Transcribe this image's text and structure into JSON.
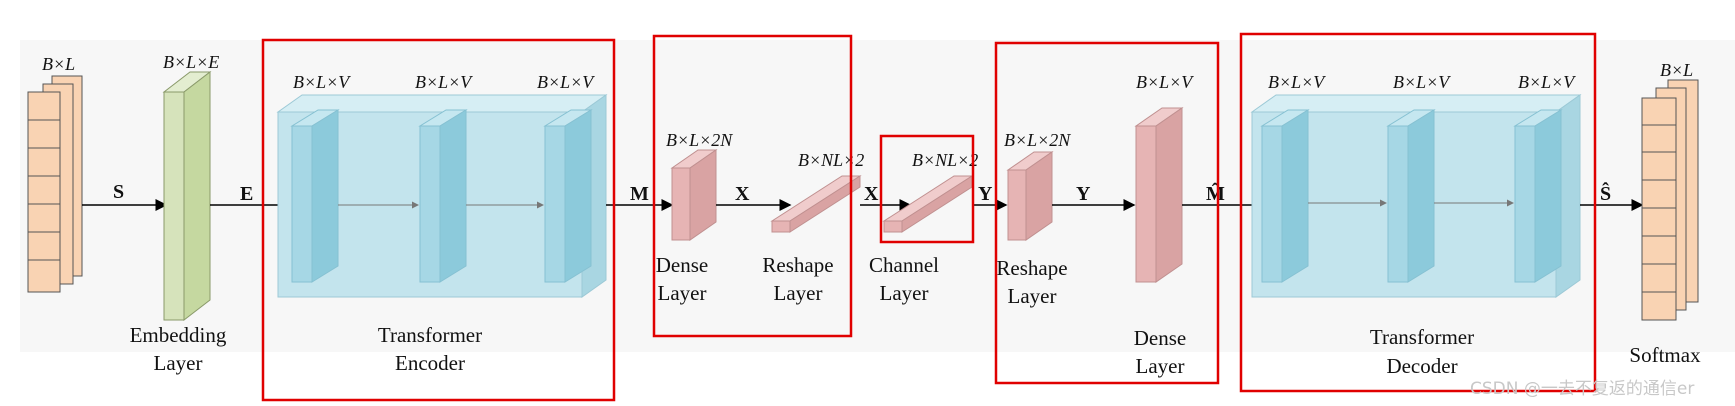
{
  "dims": {
    "input": "B×L",
    "embedding": "B×L×E",
    "encoder": [
      "B×L×V",
      "B×L×V",
      "B×L×V"
    ],
    "dense1": "B×L×2N",
    "reshape1": "B×NL×2",
    "channel": "B×NL×2",
    "reshape2": "B×L×2N",
    "dense2": "B×L×V",
    "decoder": [
      "B×L×V",
      "B×L×V",
      "B×L×V"
    ],
    "output": "B×L"
  },
  "symbols": {
    "s": "S",
    "e": "E",
    "m": "M",
    "x1": "X",
    "x2": "X",
    "y1": "Y",
    "y2": "Y",
    "m_hat": "M̂",
    "s_hat": "Ŝ"
  },
  "labels": {
    "embedding": [
      "Embedding",
      "Layer"
    ],
    "encoder": [
      "Transformer",
      "Encoder"
    ],
    "dense1": [
      "Dense",
      "Layer"
    ],
    "reshape1": [
      "Reshape",
      "Layer"
    ],
    "channel": [
      "Channel",
      "Layer"
    ],
    "reshape2": [
      "Reshape",
      "Layer"
    ],
    "dense2": [
      "Dense",
      "Layer"
    ],
    "decoder": [
      "Transformer",
      "Decoder"
    ],
    "softmax": "Softmax"
  },
  "watermark": "CSDN @一去不复返的通信er",
  "colors": {
    "input_block": "#f9d3b3",
    "embedding": "#d6e3bb",
    "transformer": "#bde1ea",
    "layer_pink": "#e6b4b4",
    "highlight_box": "#e00000"
  }
}
